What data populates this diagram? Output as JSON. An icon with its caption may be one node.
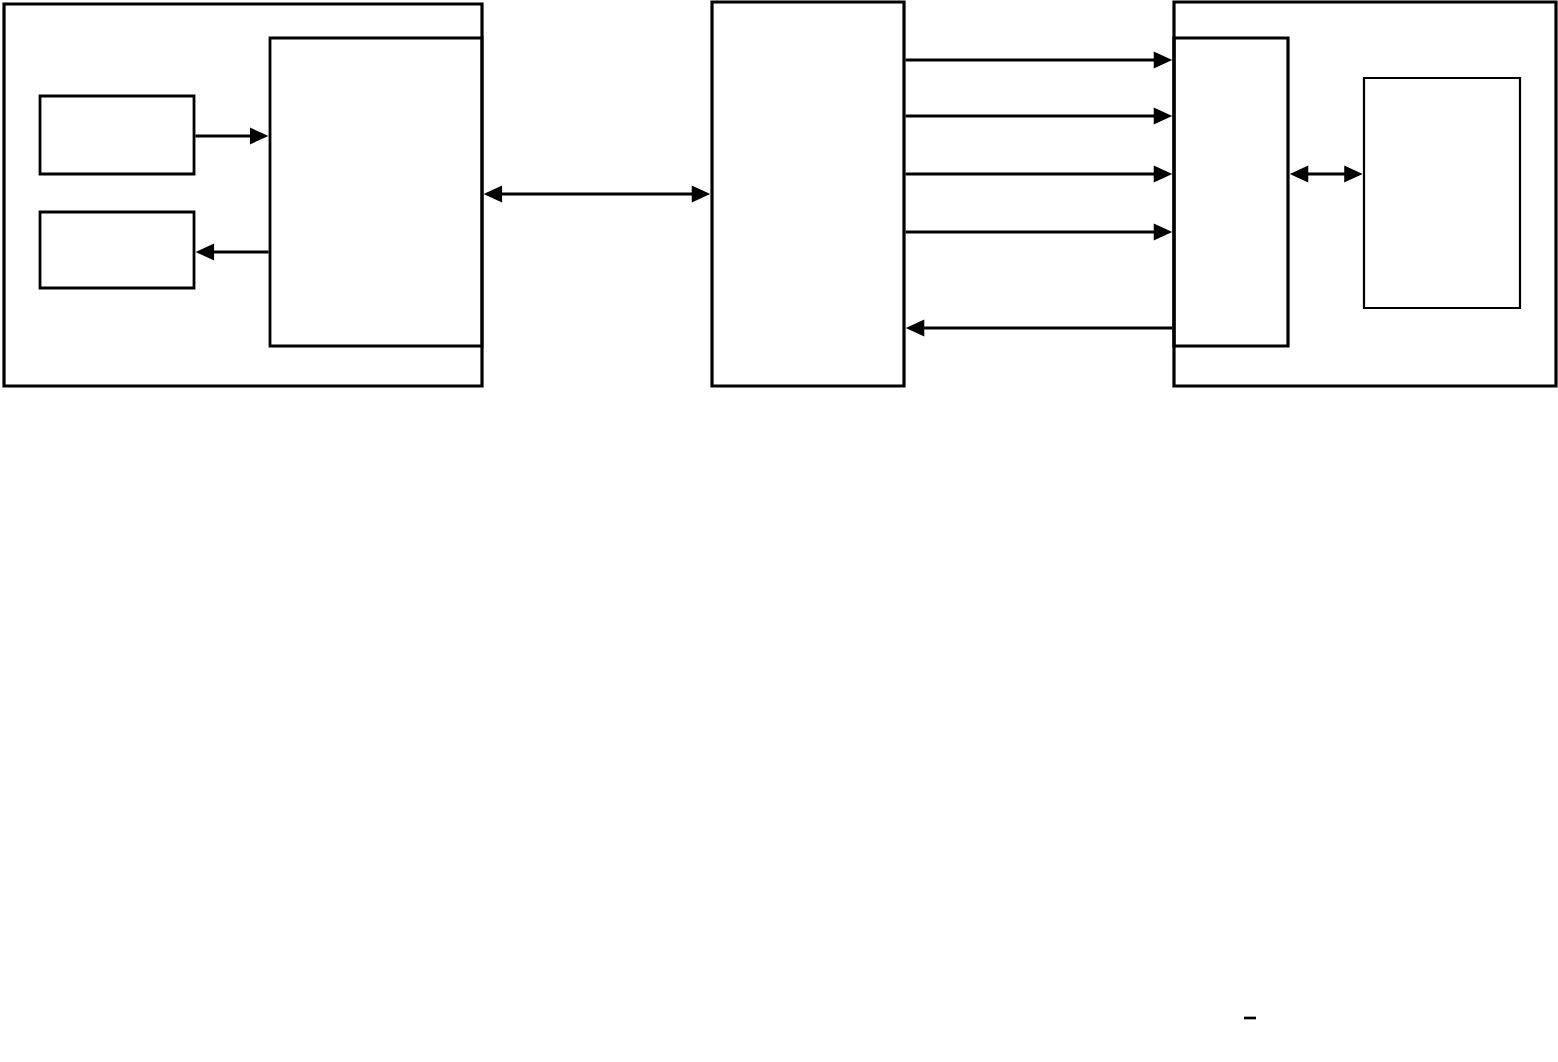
{
  "diagram": {
    "nodes": [
      {
        "text": [],
        "shape": "box"
      },
      {
        "text": [],
        "shape": "box",
        "in": 0
      },
      {
        "text": [],
        "shape": "box",
        "in": 0
      },
      {
        "text": [],
        "shape": "box",
        "in": 0
      },
      {
        "text": [],
        "shape": "box"
      },
      {
        "text": [],
        "shape": "box"
      },
      {
        "text": [],
        "shape": "box",
        "in": 5
      },
      {
        "text": [],
        "shape": "box",
        "in": 5
      }
    ],
    "edges": [
      {
        "from": 1,
        "to": 3,
        "arrow": "to"
      },
      {
        "from": 3,
        "to": 2,
        "arrow": "to"
      },
      {
        "from": 3,
        "to": 4,
        "arrow": "both"
      },
      {
        "from": 4,
        "to": 6,
        "arrow": "to"
      },
      {
        "from": 4,
        "to": 6,
        "arrow": "to"
      },
      {
        "from": 4,
        "to": 6,
        "arrow": "to"
      },
      {
        "from": 4,
        "to": 6,
        "arrow": "to"
      },
      {
        "from": 6,
        "to": 4,
        "arrow": "to"
      },
      {
        "from": 6,
        "to": 7,
        "arrow": "both"
      }
    ]
  }
}
